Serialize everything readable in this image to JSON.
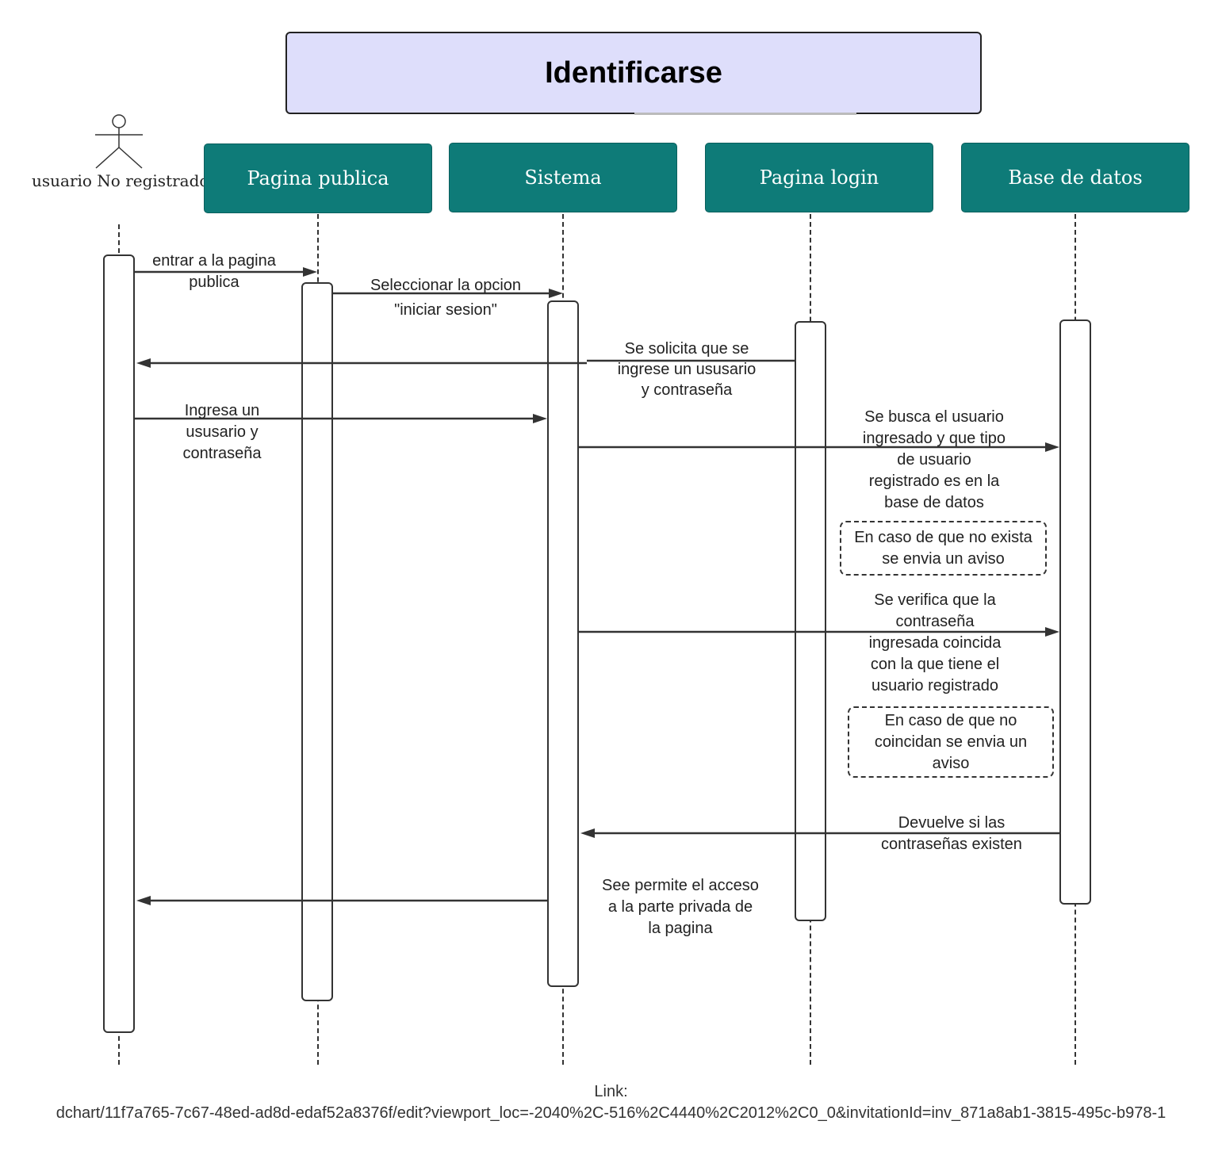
{
  "title": "Identificarse",
  "actor": {
    "label": "usuario No registrado"
  },
  "lanes": [
    "Pagina publica",
    "Sistema",
    "Pagina login",
    "Base de datos"
  ],
  "messages": [
    {
      "from": "usuario No registrado",
      "to": "Pagina publica",
      "text": "entrar a la pagina\npublica"
    },
    {
      "from": "Pagina publica",
      "to": "Sistema",
      "text": "Seleccionar la opcion\n\"iniciar sesion\""
    },
    {
      "from": "Pagina login",
      "to": "usuario No registrado",
      "text": "Se solicita que se\ningrese un ususario\ny contraseña"
    },
    {
      "from": "usuario No registrado",
      "to": "Sistema",
      "text": "Ingresa un\nususario y\ncontraseña"
    },
    {
      "from": "Sistema",
      "to": "Base de datos",
      "text": "Se busca el usuario\ningresado y que tipo\nde usuario\nregistrado es en la\nbase de datos"
    },
    {
      "from": "Sistema",
      "to": "Base de datos",
      "text": "Se verifica que la\ncontraseña\ningresada coincida\ncon la que tiene el\nusuario registrado"
    },
    {
      "from": "Base de datos",
      "to": "Sistema",
      "text": "Devuelve si las\ncontraseñas existen"
    },
    {
      "from": "Sistema",
      "to": "usuario No registrado",
      "text": "See permite el acceso\na la parte privada de\nla pagina"
    }
  ],
  "notes": [
    "En caso de que no exista\nse envia un aviso",
    "En caso de que no\ncoincidan se envia un\naviso"
  ],
  "footer": {
    "link_label": "Link:",
    "link_url": "dchart/11f7a765-7c67-48ed-ad8d-edaf52a8376f/edit?viewport_loc=-2040%2C-516%2C4440%2C2012%2C0_0&invitationId=inv_871a8ab1-3815-495c-b978-1"
  }
}
